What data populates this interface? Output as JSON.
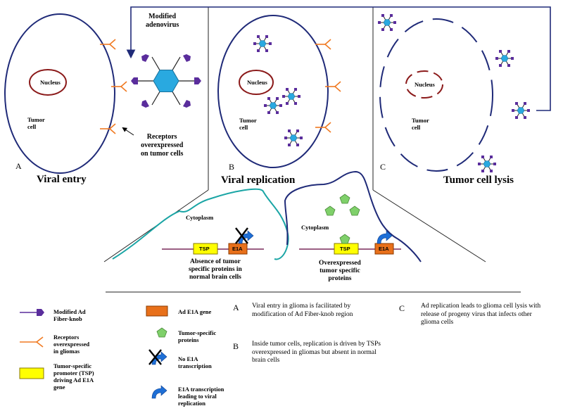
{
  "panels": {
    "a": {
      "letter": "A",
      "title": "Viral entry",
      "nucleus": "Nucleus",
      "cell": "Tumor\ncell",
      "virus_label": "Modified\nadenovirus",
      "receptor_label": "Receptors\noverexpressed\non tumor cells"
    },
    "b": {
      "letter": "B",
      "title": "Viral replication",
      "nucleus": "Nucleus",
      "cell": "Tumor\ncell"
    },
    "c": {
      "letter": "C",
      "title": "Tumor cell lysis",
      "nucleus": "Nucleus",
      "cell": "Tumor\ncell"
    }
  },
  "mechanism": {
    "left": {
      "cytoplasm": "Cytoplasm",
      "tsp": "TSP",
      "e1a": "E1A",
      "caption": "Absence of tumor\nspecific proteins in\nnormal brain cells"
    },
    "right": {
      "cytoplasm": "Cytoplasm",
      "tsp": "TSP",
      "e1a": "E1A",
      "caption": "Overexpressed\ntumor specific\nproteins"
    }
  },
  "legend": {
    "items": [
      {
        "icon": "fiber-knob-icon",
        "text": "Modified Ad\nFiber-knob"
      },
      {
        "icon": "receptor-icon",
        "text": "Receptors\noverexpressed\nin gliomas"
      },
      {
        "icon": "tsp-box-icon",
        "text": "Tumor-specific\npromoter (TSP)\ndriving Ad E1A\ngene"
      },
      {
        "icon": "e1a-box-icon",
        "text": "Ad E1A gene"
      },
      {
        "icon": "pentagon-icon",
        "text": "Tumor-specific\nproteins"
      },
      {
        "icon": "no-transcription-icon",
        "text": "No E1A\ntranscription"
      },
      {
        "icon": "transcription-arrow-icon",
        "text": "E1A transcription\nleading to viral\nreplication"
      }
    ],
    "descriptions": [
      {
        "letter": "A",
        "text": "Viral entry in glioma is facilitated by modification of Ad Fiber-knob region"
      },
      {
        "letter": "B",
        "text": "Inside tumor cells, replication is driven by TSPs overexpressed in gliomas but absent in normal brain cells"
      },
      {
        "letter": "C",
        "text": "Ad replication leads to glioma cell lysis with release of progeny virus that infects other glioma cells"
      }
    ]
  },
  "colors": {
    "cell_outline": "#1f2a78",
    "nucleus": "#8b1a1a",
    "receptor": "#f07a22",
    "fiber": "#5a2d9c",
    "capsid": "#29a9e0",
    "tsp": "#ffff00",
    "e1a": "#e8701a",
    "pentagon": "#7fd06a",
    "teal_membrane": "#1aa5a5",
    "dna": "#7a2a5a",
    "arrow_blue": "#1e6fd6"
  }
}
